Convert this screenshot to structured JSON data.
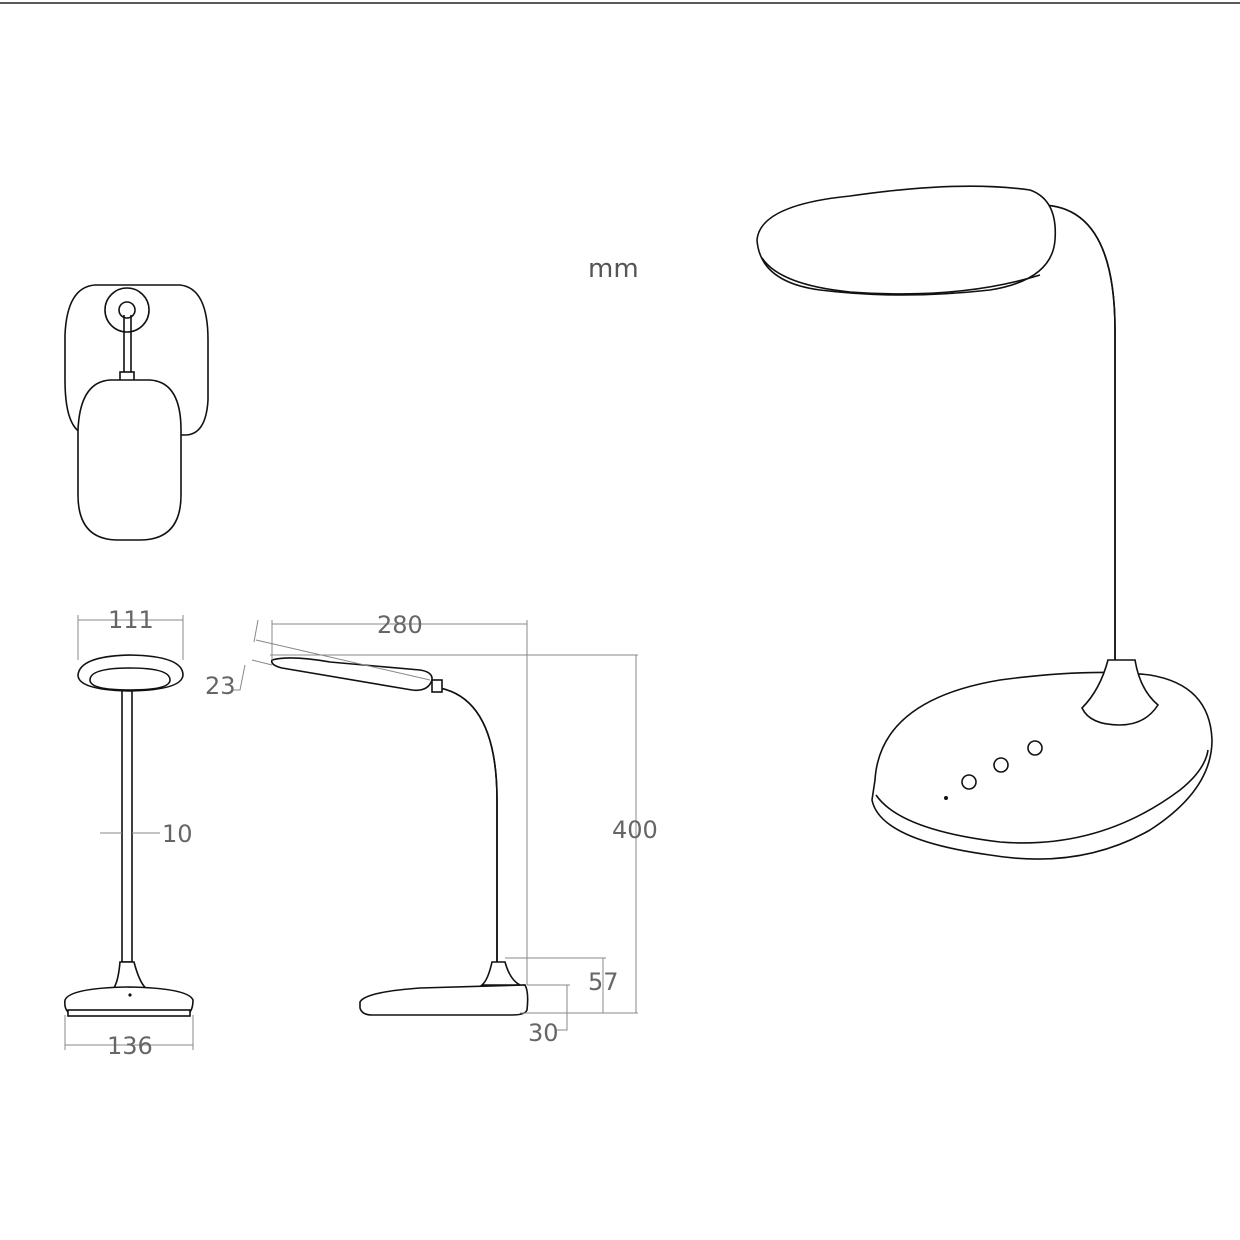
{
  "drawing": {
    "unit": "mm",
    "views": [
      "top-view",
      "front-view",
      "side-view",
      "perspective-view"
    ],
    "dimensions": {
      "head_width": "111",
      "pole_diameter": "10",
      "base_width": "136",
      "head_length": "280",
      "head_thickness": "23",
      "total_height": "400",
      "base_neck_height": "57",
      "base_height": "30"
    },
    "colors": {
      "line": "#111111",
      "dimension": "#888888",
      "dimension_text": "#666666"
    }
  }
}
